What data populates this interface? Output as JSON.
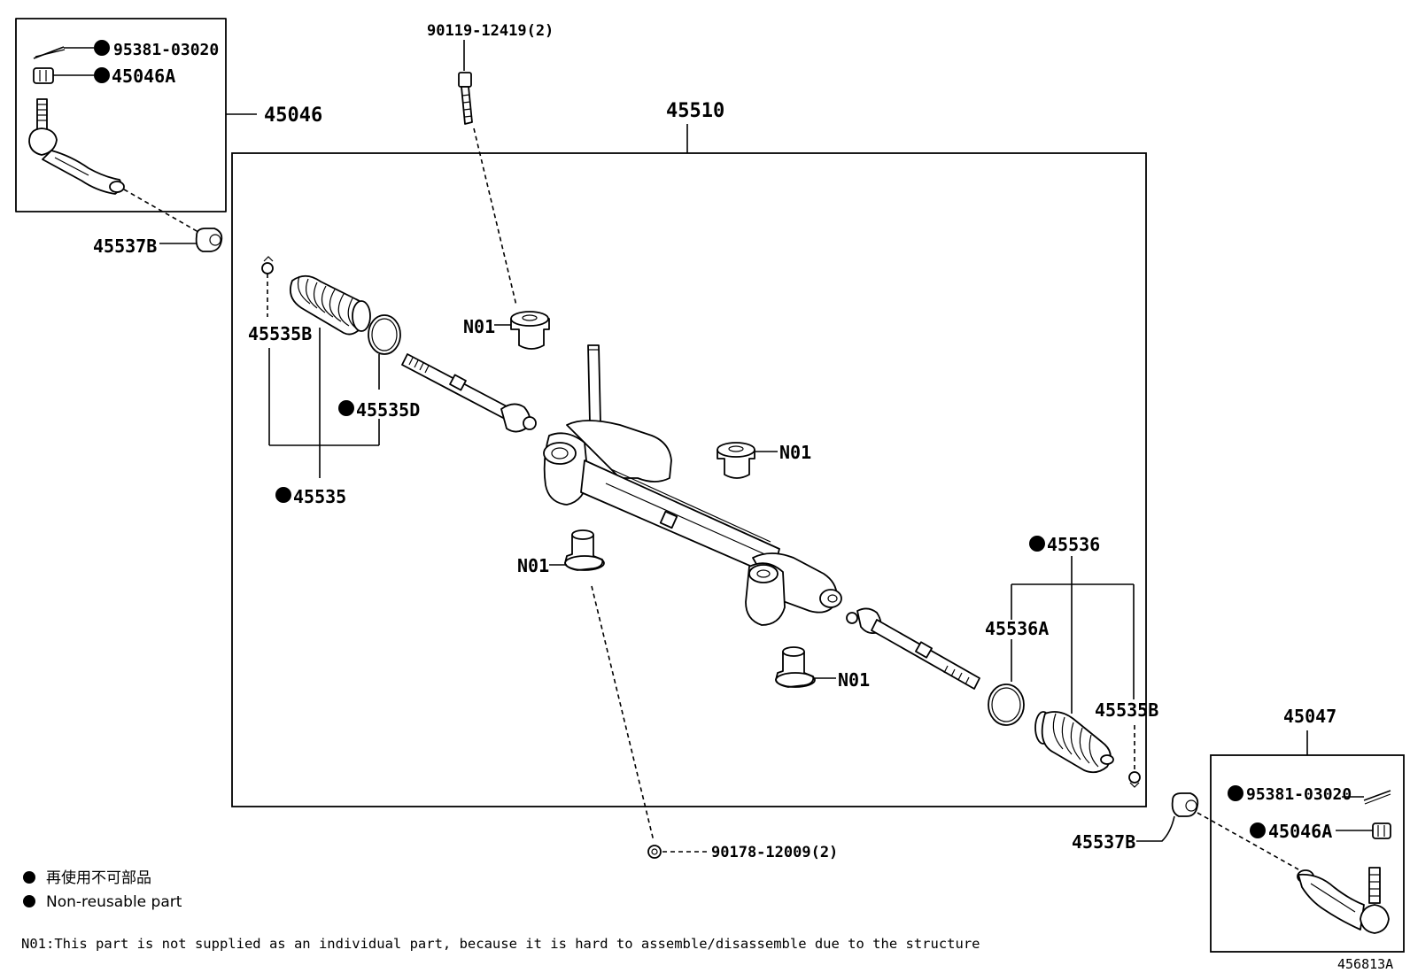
{
  "labels": {
    "p95381_tl": "95381-03020",
    "p45046A_tl": "45046A",
    "p45046": "45046",
    "p45537B_l": "45537B",
    "p90119": "90119-12419(2)",
    "p45510": "45510",
    "n01_top": "N01",
    "p45535B_l": "45535B",
    "p45535D": "45535D",
    "p45535": "45535",
    "n01_mid": "N01",
    "n01_left": "N01",
    "n01_low": "N01",
    "p45536": "45536",
    "p45536A": "45536A",
    "p45535B_r": "45535B",
    "p45047": "45047",
    "p95381_br": "95381-03020",
    "p45046A_br": "45046A",
    "p45537B_r": "45537B",
    "p90178": "90178-12009(2)"
  },
  "legend": {
    "item_jp": "再使用不可部品",
    "item_en": "Non-reusable part",
    "marker_icon": "filled-circle-icon"
  },
  "note": "N01:This part is not supplied as an individual part, because it is hard to assemble/disassemble due to the structure",
  "figure_id": "456813A"
}
